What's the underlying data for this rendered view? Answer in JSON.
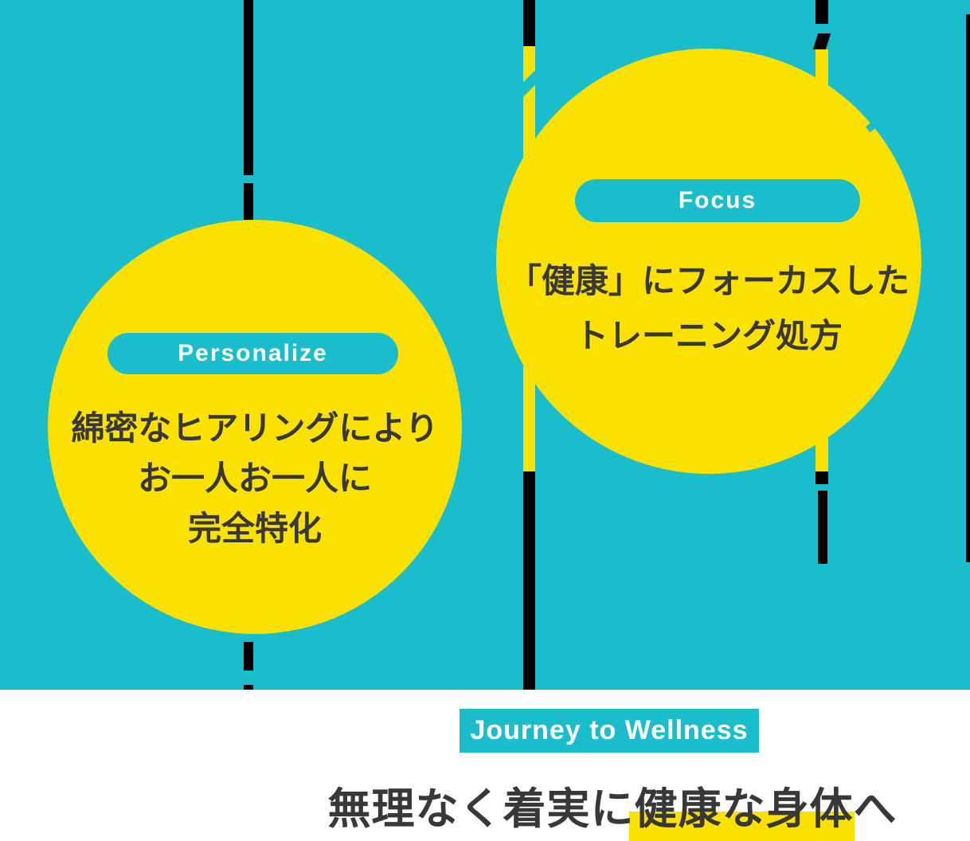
{
  "colors": {
    "teal": "#1ABDCC",
    "yellow": "#FBE100",
    "text_dark": "#383838",
    "pill_text": "#FFFFFF",
    "string_black": "#000000",
    "page_background": "#FFFFFF"
  },
  "balloons": {
    "personalize": {
      "pill": "Personalize",
      "lines": [
        "綿密なヒアリングにより",
        "お一人お一人に",
        "完全特化"
      ]
    },
    "focus": {
      "pill": "Focus",
      "lines": [
        "「健康」にフォーカスした",
        "トレーニング処方"
      ]
    }
  },
  "footer": {
    "badge": "Journey to Wellness",
    "heading": "無理なく着実に健康な身体へ"
  }
}
